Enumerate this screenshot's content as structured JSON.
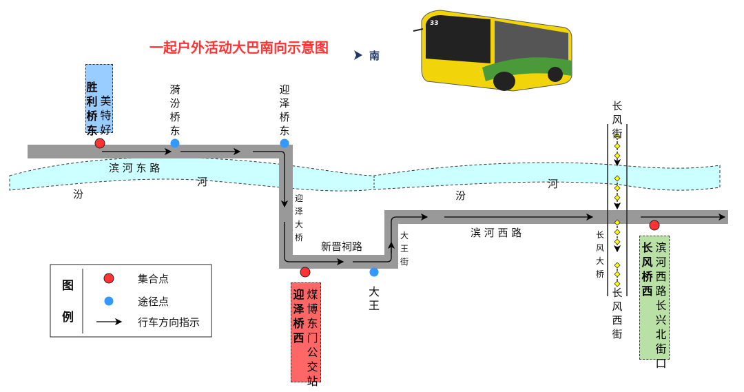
{
  "title": "一起户外活动大巴南向示意图",
  "direction": {
    "icon": "arrow-right-icon",
    "label": "南"
  },
  "bus": {
    "number": "33"
  },
  "roads": {
    "binhe_east": "滨 河 东 路",
    "xinjinci": "新晋祠路",
    "binhe_west": "滨 河 西 路",
    "yingze_bridge": "迎泽大桥",
    "dawang_street": "大王街",
    "changfeng_bridge": "长风大桥",
    "changfeng_street": "长风街",
    "changfeng_west": "长风西街"
  },
  "river": {
    "left": [
      "汾",
      "河"
    ],
    "right": [
      "汾",
      "河"
    ]
  },
  "stops": {
    "yiqiao_east": "漪汾桥东",
    "yingze_east": "迎泽桥东",
    "dawang": "大王"
  },
  "meeting_points": [
    {
      "name": "胜利桥东",
      "detail": "美特好",
      "color": "#99ccff"
    },
    {
      "name": "迎泽桥西",
      "detail": "煤博东门公交站",
      "color": "#ff6666"
    },
    {
      "name": "长风桥西",
      "detail": "滨河西路长兴北街口",
      "color": "#b9e0a5"
    }
  ],
  "legend": {
    "title1": "图",
    "title2": "例",
    "items": [
      {
        "label": "集合点",
        "color": "#ff3333"
      },
      {
        "label": "途径点",
        "color": "#3399ff"
      },
      {
        "label": "行车方向指示"
      }
    ]
  },
  "colors": {
    "road": "#999999",
    "river": "#ccffff",
    "title": "#ff3333"
  }
}
